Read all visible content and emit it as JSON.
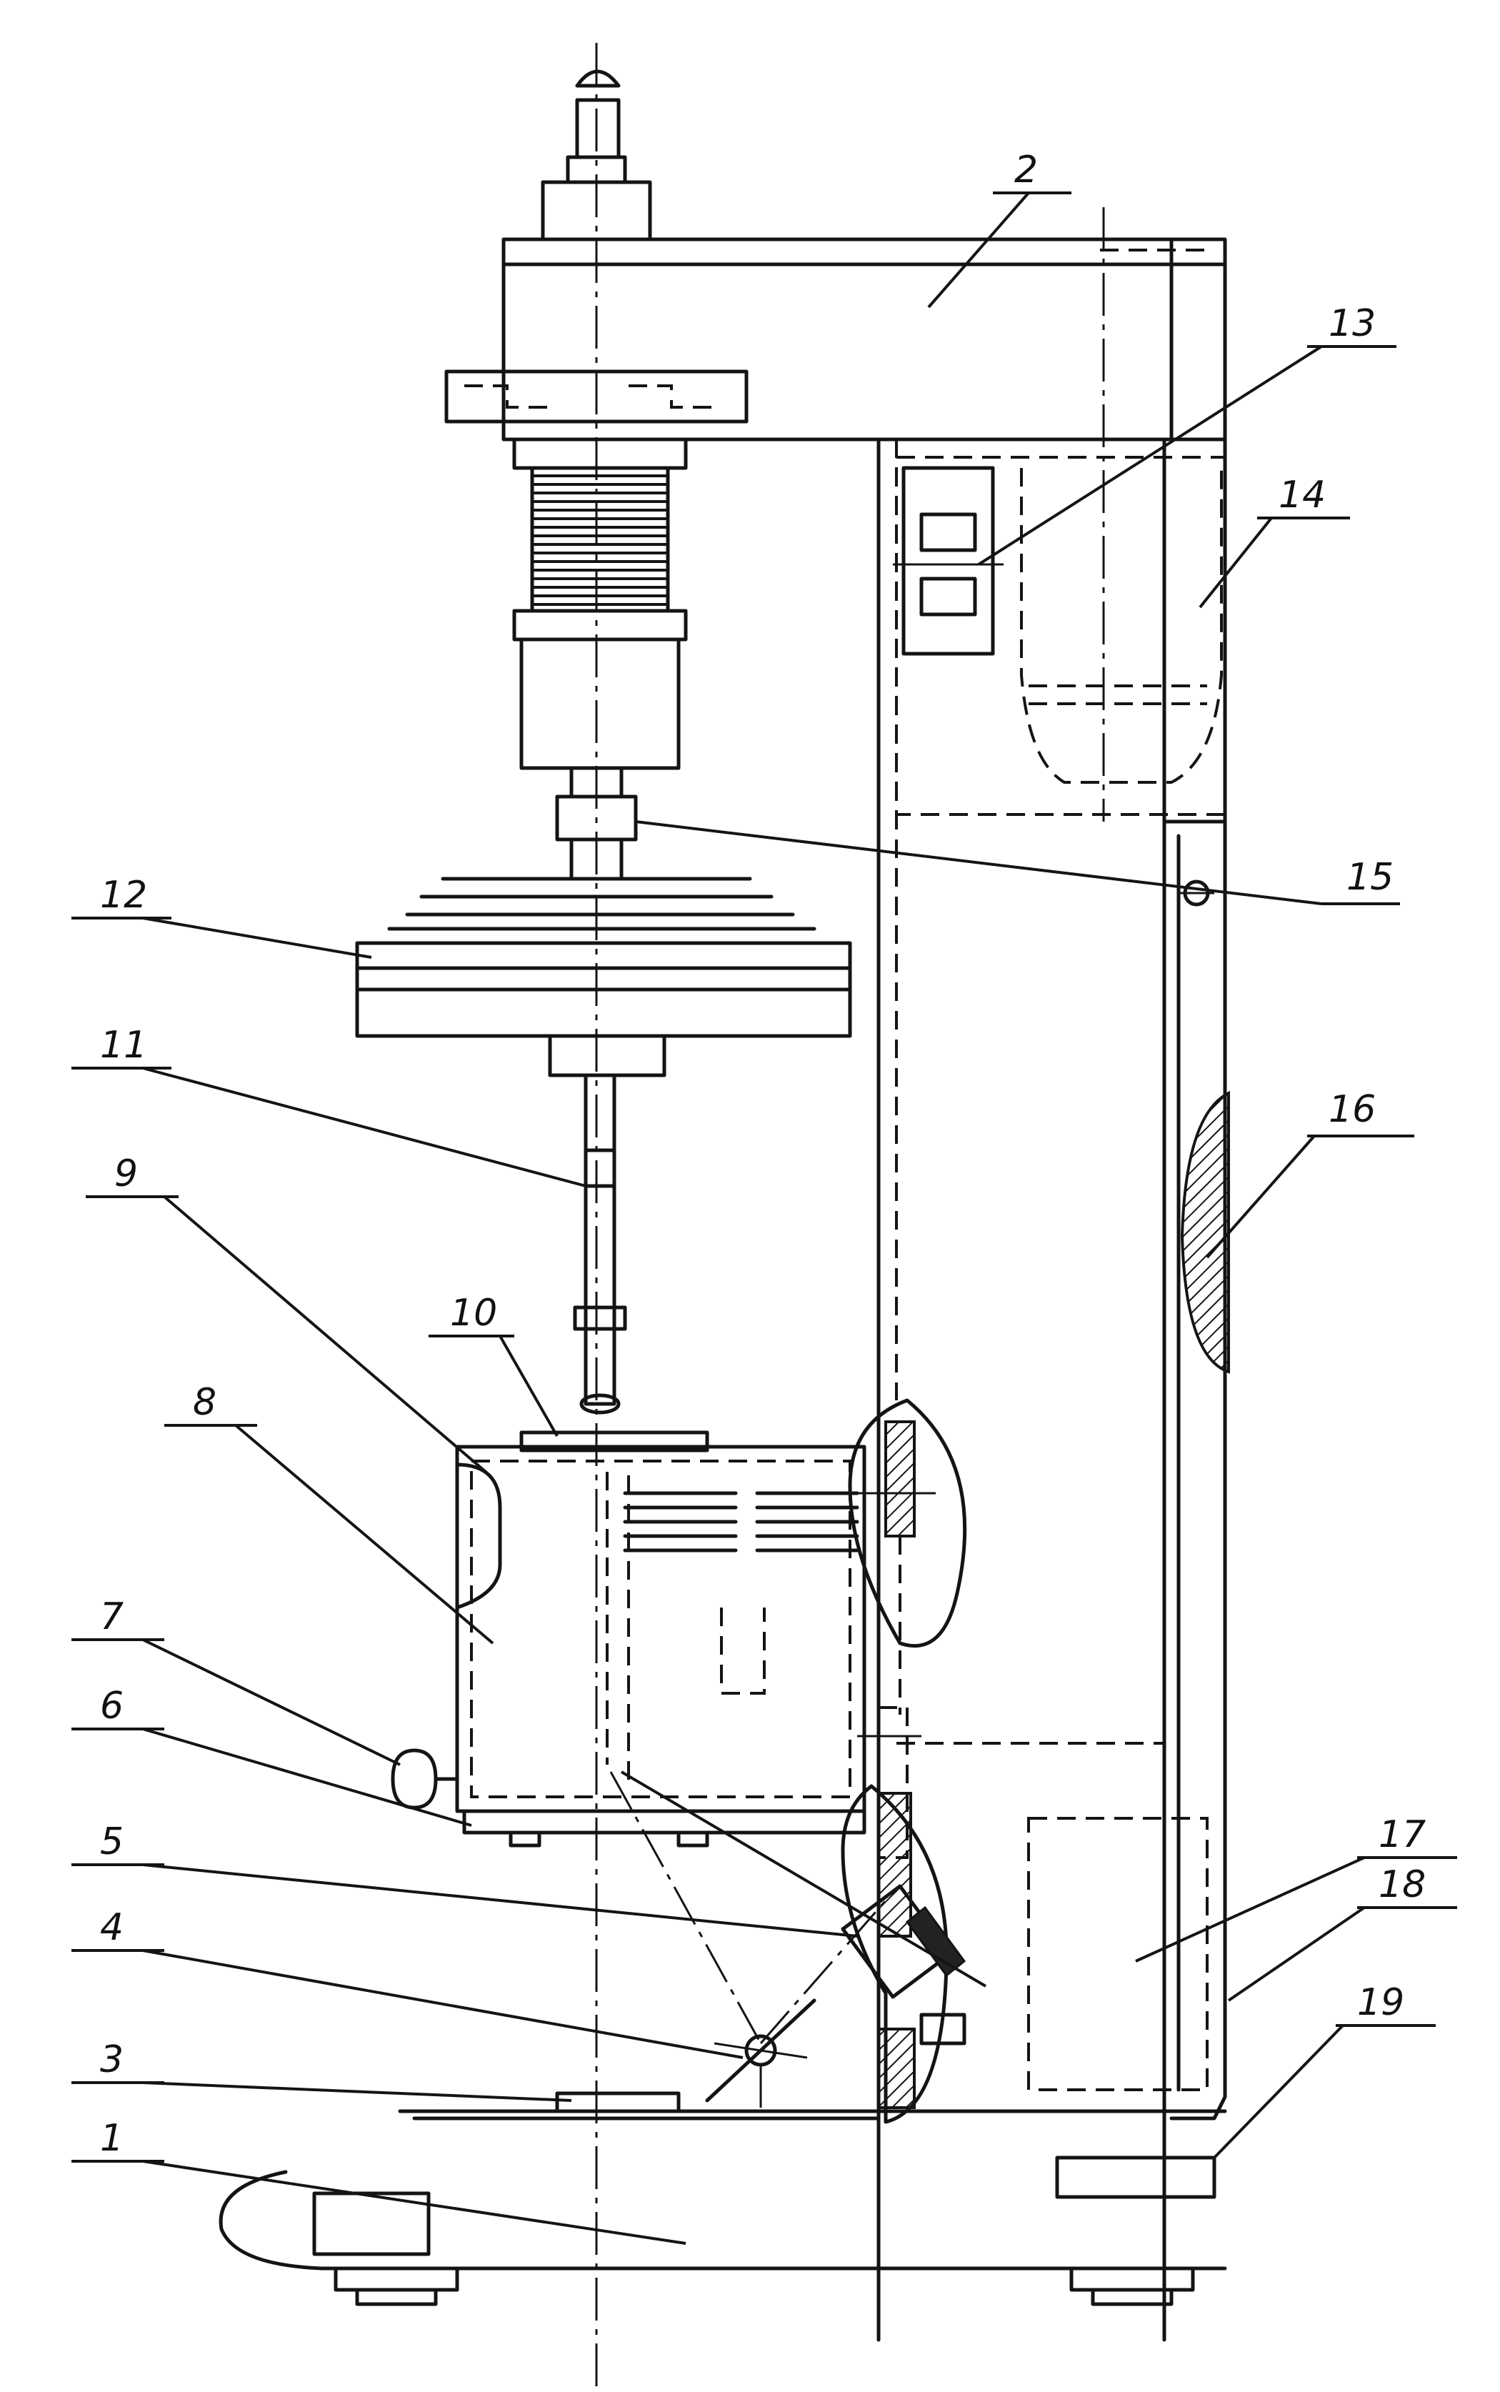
{
  "figure": {
    "labels": [
      {
        "id": "label-1",
        "text": "1"
      },
      {
        "id": "label-2",
        "text": "2"
      },
      {
        "id": "label-3",
        "text": "3"
      },
      {
        "id": "label-4",
        "text": "4"
      },
      {
        "id": "label-5",
        "text": "5"
      },
      {
        "id": "label-6",
        "text": "6"
      },
      {
        "id": "label-7",
        "text": "7"
      },
      {
        "id": "label-8",
        "text": "8"
      },
      {
        "id": "label-9",
        "text": "9"
      },
      {
        "id": "label-10",
        "text": "10"
      },
      {
        "id": "label-11",
        "text": "11"
      },
      {
        "id": "label-12",
        "text": "12"
      },
      {
        "id": "label-13",
        "text": "13"
      },
      {
        "id": "label-14",
        "text": "14"
      },
      {
        "id": "label-15",
        "text": "15"
      },
      {
        "id": "label-16",
        "text": "16"
      },
      {
        "id": "label-17",
        "text": "17"
      },
      {
        "id": "label-18",
        "text": "18"
      },
      {
        "id": "label-19",
        "text": "19"
      }
    ]
  }
}
